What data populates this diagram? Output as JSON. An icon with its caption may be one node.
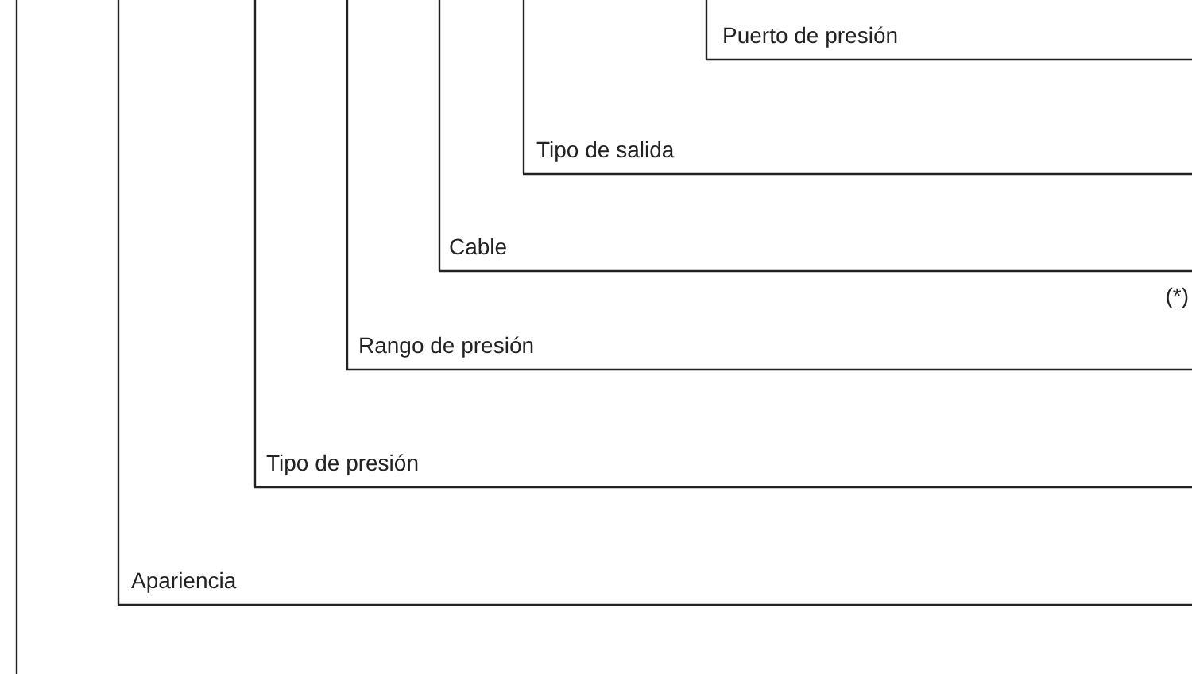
{
  "diagram": {
    "nodes": [
      {
        "text": [
          "Puerto de presión"
        ]
      },
      {
        "text": [
          "Tipo de salida"
        ]
      },
      {
        "text": [
          "Cable"
        ]
      },
      {
        "text": [
          "Rango de presión"
        ]
      },
      {
        "text": [
          "Tipo de presión"
        ]
      },
      {
        "text": [
          "Apariencia"
        ]
      }
    ],
    "edges": [
      {
        "from": 0,
        "to": null,
        "arrow": "none"
      },
      {
        "from": 1,
        "to": null,
        "arrow": "none"
      },
      {
        "from": 2,
        "to": null,
        "arrow": "none"
      },
      {
        "from": 3,
        "to": null,
        "arrow": "none"
      },
      {
        "from": 4,
        "to": null,
        "arrow": "none"
      },
      {
        "from": 5,
        "to": null,
        "arrow": "none"
      }
    ],
    "labels": [
      "(*)"
    ]
  }
}
